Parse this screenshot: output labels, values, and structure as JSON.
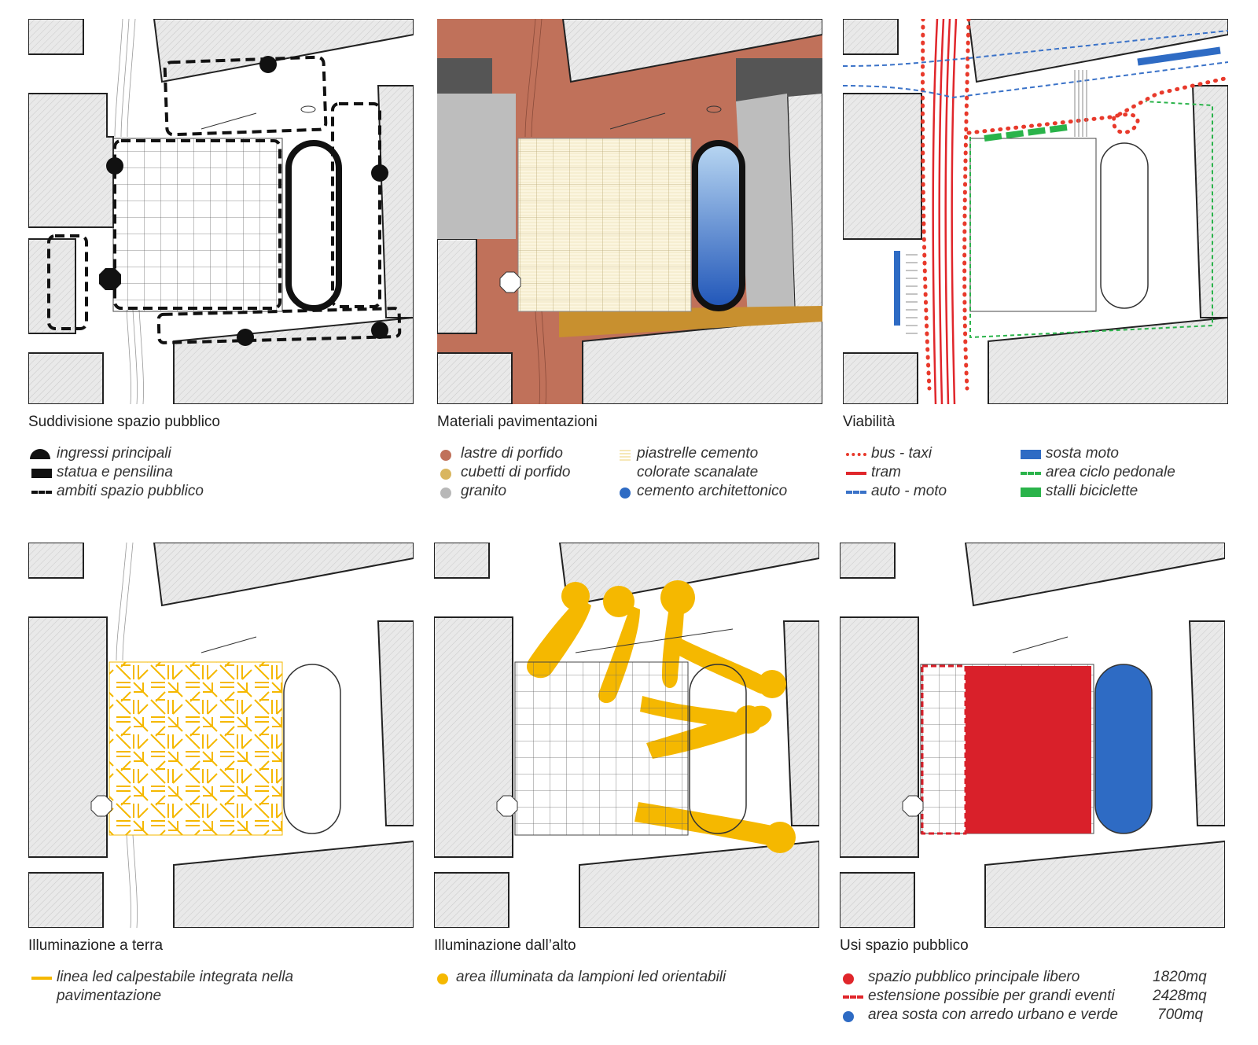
{
  "panels": [
    {
      "title": "Suddivisione spazio pubblico",
      "legend": [
        {
          "symbol": "half-circle-black",
          "label": "ingressi principali"
        },
        {
          "symbol": "rect-black",
          "label": "statua e pensilina"
        },
        {
          "symbol": "dash-black",
          "label": "ambiti spazio pubblico"
        }
      ]
    },
    {
      "title": "Materiali pavimentazioni",
      "legend": [
        {
          "symbol": "dot",
          "color": "#c0715a",
          "label": "lastre di porfido"
        },
        {
          "symbol": "dot",
          "color": "#d9b65f",
          "label": "cubetti di porfido"
        },
        {
          "symbol": "dot",
          "color": "#b8b8b8",
          "label": "granito"
        },
        {
          "symbol": "hatch-cream",
          "label": "piastrelle cemento",
          "label2": "colorate scanalate"
        },
        {
          "symbol": "dot",
          "color": "#2e6bc4",
          "label": "cemento architettonico"
        }
      ]
    },
    {
      "title": "Viabilità",
      "legend": [
        {
          "symbol": "dots-red",
          "label": "bus - taxi"
        },
        {
          "symbol": "line-red",
          "label": "tram"
        },
        {
          "symbol": "dash-blue",
          "label": "auto - moto"
        },
        {
          "symbol": "rect-blue",
          "label": "sosta moto"
        },
        {
          "symbol": "dash-green",
          "label": "area  ciclo pedonale"
        },
        {
          "symbol": "rect-green",
          "label": "stalli biciclette"
        }
      ]
    },
    {
      "title": "Illuminazione a terra",
      "legend": [
        {
          "symbol": "line-yellow",
          "label": "linea led calpestabile integrata nella",
          "label2": "pavimentazione"
        }
      ]
    },
    {
      "title": "Illuminazione dall’alto",
      "legend": [
        {
          "symbol": "dot",
          "color": "#f5b800",
          "label": "area illuminata da lampioni led orientabili"
        }
      ]
    },
    {
      "title": "Usi spazio pubblico",
      "legend": [
        {
          "symbol": "dot",
          "color": "#e0262b",
          "label": "spazio pubblico principale libero",
          "value": "1820mq"
        },
        {
          "symbol": "dash-red",
          "label": "estensione possibie per grandi eventi",
          "value": "2428mq"
        },
        {
          "symbol": "dot",
          "color": "#2e6bc4",
          "label": "area sosta con arredo urbano e verde",
          "value": "700mq"
        }
      ]
    }
  ],
  "colors": {
    "porfido_lastre": "#c0715a",
    "porfido_cubetti": "#c8902f",
    "granito": "#bdbdbd",
    "cemento": "#2e6bc4",
    "bus": "#e8392b",
    "tram": "#e0262b",
    "auto": "#3a72c8",
    "moto": "#2e6bc4",
    "ciclo": "#2ab34a",
    "led": "#f5b800",
    "red_area": "#d9202a"
  }
}
